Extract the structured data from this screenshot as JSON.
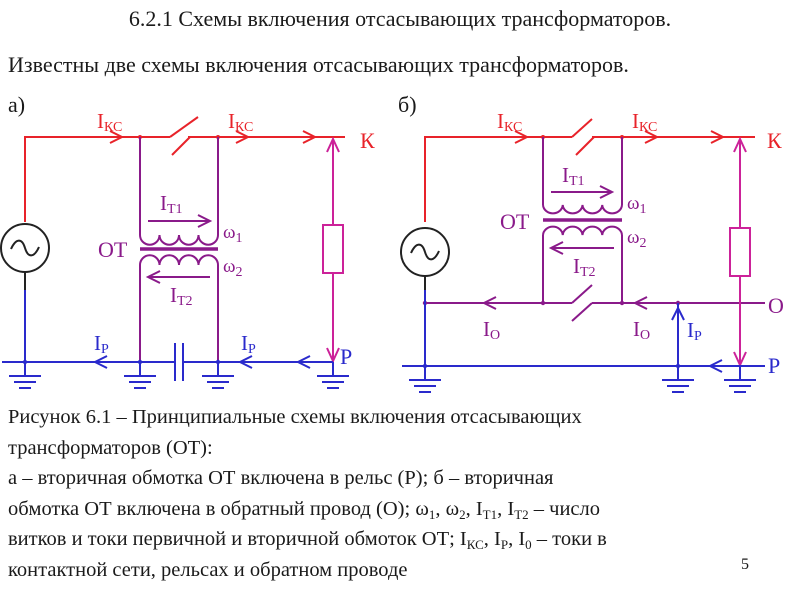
{
  "slide": {
    "title": "6.2.1 Схемы включения отсасывающих трансформаторов.",
    "intro": "Известны две схемы включения отсасывающих трансформаторов.",
    "page_number": "5"
  },
  "colors": {
    "contact_network": "#e8232a",
    "transformer": "#8a1a8a",
    "load": "#cc2299",
    "rail": "#2a2acc",
    "source": "#222222"
  },
  "diagram_a": {
    "label": "а)",
    "i_kc_left": {
      "main": "I",
      "sub": "КС"
    },
    "i_kc_right": {
      "main": "I",
      "sub": "КС"
    },
    "node_k": "К",
    "node_p": "Р",
    "i_t1": {
      "main": "I",
      "sub": "Т1"
    },
    "i_t2": {
      "main": "I",
      "sub": "Т2"
    },
    "omega1": {
      "main": "ω",
      "sub": "1"
    },
    "omega2": {
      "main": "ω",
      "sub": "2"
    },
    "ot": "ОТ",
    "i_p_left": {
      "main": "I",
      "sub": "Р"
    },
    "i_p_right": {
      "main": "I",
      "sub": "Р"
    }
  },
  "diagram_b": {
    "label": "б)",
    "i_kc_left": {
      "main": "I",
      "sub": "КС"
    },
    "i_kc_right": {
      "main": "I",
      "sub": "КС"
    },
    "node_k": "К",
    "node_o": "О",
    "node_p": "Р",
    "i_t1": {
      "main": "I",
      "sub": "Т1"
    },
    "i_t2": {
      "main": "I",
      "sub": "Т2"
    },
    "omega1": {
      "main": "ω",
      "sub": "1"
    },
    "omega2": {
      "main": "ω",
      "sub": "2"
    },
    "ot": "ОТ",
    "i_o_left": {
      "main": "I",
      "sub": "О"
    },
    "i_o_right": {
      "main": "I",
      "sub": "О"
    },
    "i_p": {
      "main": "I",
      "sub": "Р"
    }
  },
  "caption": {
    "line1": "Рисунок 6.1 – Принципиальные схемы включения отсасывающих",
    "line2": "трансформаторов (ОТ):",
    "line3": "а – вторичная обмотка ОТ включена в рельс (Р); б – вторичная",
    "line4_a": "обмотка ОТ включена в обратный провод (О); ω",
    "line4_s1": "1",
    "line4_b": ", ω",
    "line4_s2": "2",
    "line4_c": ", I",
    "line4_s3": "Т1",
    "line4_d": ", I",
    "line4_s4": "Т2",
    "line4_e": " – число",
    "line5_a": "витков и токи первичной и вторичной обмоток ОТ; I",
    "line5_s1": "КС",
    "line5_b": ", I",
    "line5_s2": "Р",
    "line5_c": ", I",
    "line5_s3": "0",
    "line5_d": " – токи в",
    "line6": "контактной сети, рельсах и обратном проводе"
  }
}
